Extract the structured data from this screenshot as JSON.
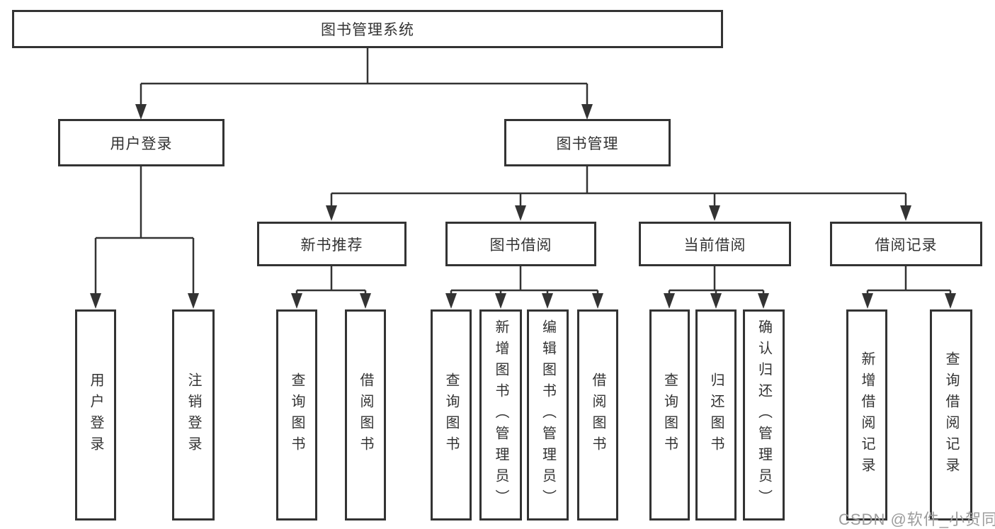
{
  "diagram": {
    "title": "图书管理系统",
    "level2": {
      "user_login": "用户登录",
      "book_management": "图书管理"
    },
    "level3": {
      "new_book_recommend": "新书推荐",
      "book_borrowing": "图书借阅",
      "current_borrowing": "当前借阅",
      "borrowing_records": "借阅记录"
    },
    "leaves": {
      "user_login": "用户登录",
      "logout": "注销登录",
      "nb_query_book": "查询图书",
      "nb_borrow_book": "借阅图书",
      "bb_query_book": "查询图书",
      "bb_add_book_admin": "新增图书（管理员）",
      "bb_edit_book_admin": "编辑图书（管理员）",
      "bb_borrow_book": "借阅图书",
      "cb_query_book": "查询图书",
      "cb_return_book": "归还图书",
      "cb_confirm_return_admin": "确认归还（管理员）",
      "br_add_record": "新增借阅记录",
      "br_query_record": "查询借阅记录"
    }
  },
  "watermark": {
    "text": "CSDN @软件_小贺同学"
  },
  "colors": {
    "line": "#333333",
    "text": "#333333",
    "watermark": "#9c9c9c",
    "background": "#ffffff"
  }
}
